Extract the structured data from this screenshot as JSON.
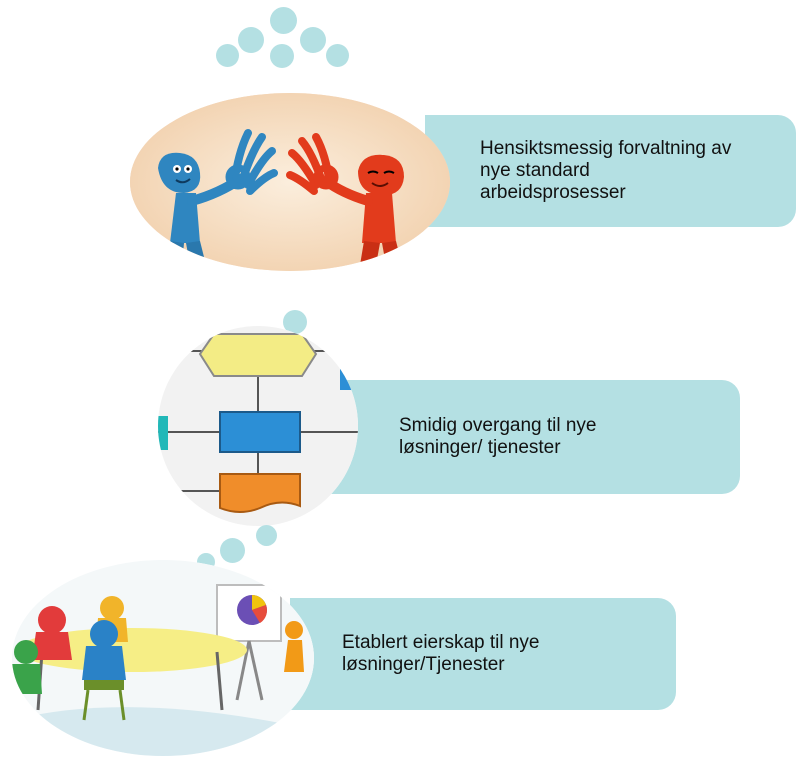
{
  "items": [
    {
      "text": "Hensiktsmessig forvaltning av\nnye standard\narbeidsprosesser",
      "image": "handshake-ok-figures"
    },
    {
      "text": "Smidig overgang til nye\nløsninger/ tjenester",
      "image": "flowchart"
    },
    {
      "text": "Etablert eierskap til nye\nløsninger/Tjenester",
      "image": "meeting-room"
    }
  ],
  "colors": {
    "card": "#b4e0e3",
    "dot": "#b4e0e3",
    "text": "#111111",
    "figure_left": "#2f86c0",
    "figure_right": "#e23b1c"
  }
}
